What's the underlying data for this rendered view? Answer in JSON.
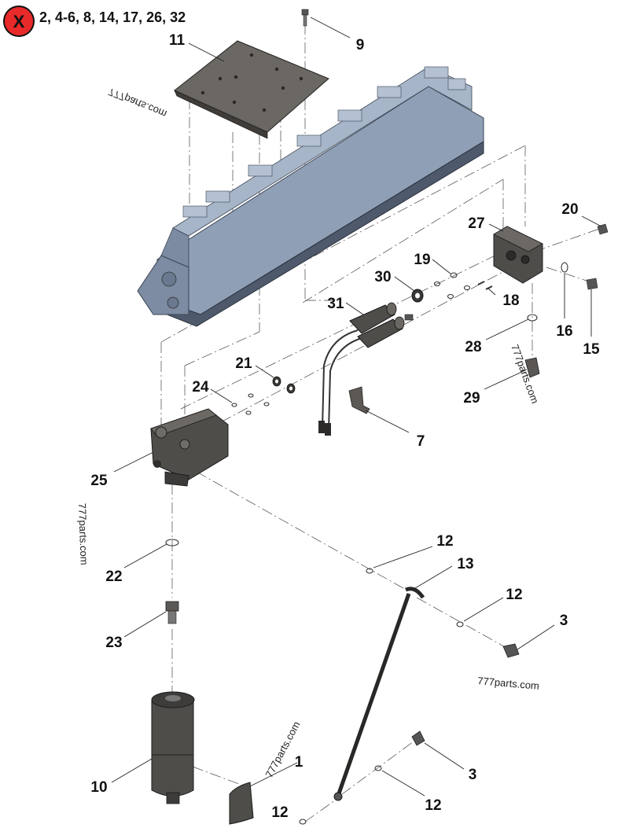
{
  "header": {
    "badge_symbol": "X",
    "not_serviced_list": "2, 4-6, 8, 14, 17, 26, 32",
    "badge_color": "#e82a2a"
  },
  "watermark": "777parts.com",
  "callouts": {
    "c1": "1",
    "c3a": "3",
    "c3b": "3",
    "c7": "7",
    "c9": "9",
    "c10": "10",
    "c11": "11",
    "c12a": "12",
    "c12b": "12",
    "c12c": "12",
    "c12d": "12",
    "c13": "13",
    "c15": "15",
    "c16": "16",
    "c18": "18",
    "c19": "19",
    "c20": "20",
    "c21": "21",
    "c22": "22",
    "c23": "23",
    "c24": "24",
    "c25": "25",
    "c27": "27",
    "c28": "28",
    "c29": "29",
    "c30": "30",
    "c31": "31"
  },
  "colors": {
    "cylinder_head": "#8f9fb6",
    "cylinder_head_dark": "#5b6a80",
    "dark_parts": "#4f4d4a",
    "plate": "#6b6762"
  }
}
